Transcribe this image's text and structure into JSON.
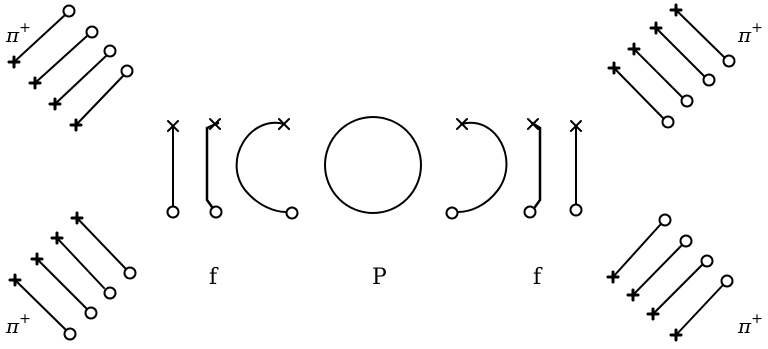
{
  "labels": {
    "pi_top_left": "π",
    "pi_top_right": "π",
    "pi_bottom_left": "π",
    "pi_bottom_right": "π",
    "pi_charge": "+",
    "left_f": "f",
    "center_P": "P",
    "right_f": "f"
  },
  "colors": {
    "stroke": "#000000",
    "background": "#ffffff"
  }
}
